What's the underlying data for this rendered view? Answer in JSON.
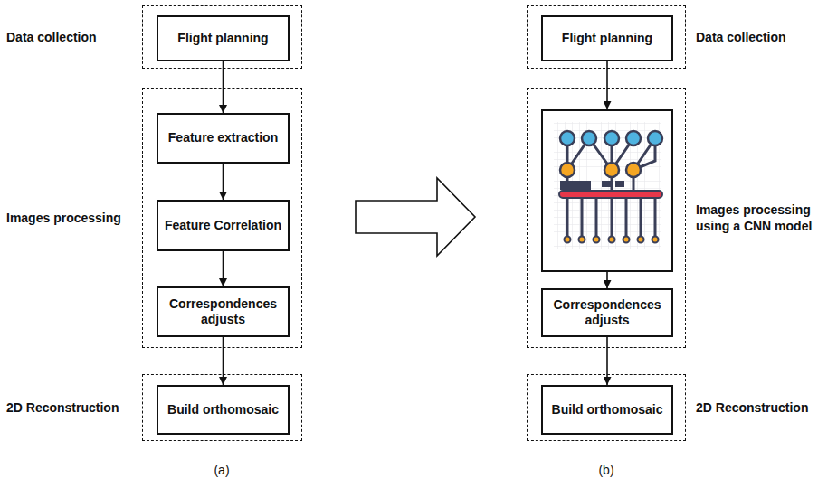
{
  "diagram": {
    "nodes": [
      {
        "text": [
          "Data collection"
        ]
      },
      {
        "text": [
          "Flight planning"
        ],
        "in": 0
      },
      {
        "text": [
          "Images processing"
        ]
      },
      {
        "text": [
          "Feature extraction"
        ],
        "in": 2
      },
      {
        "text": [
          "Feature Correlation"
        ],
        "in": 2
      },
      {
        "text": [
          "Correspondences adjusts"
        ],
        "in": 2
      },
      {
        "text": [
          "2D Reconstruction"
        ]
      },
      {
        "text": [
          "Build orthomosaic"
        ],
        "in": 6
      },
      {
        "text": [
          "Data collection"
        ]
      },
      {
        "text": [
          "Flight planning"
        ],
        "in": 8
      },
      {
        "text": [
          "Images processing using a CNN model"
        ]
      },
      {
        "text": [],
        "in": 10
      },
      {
        "text": [
          "Correspondences adjusts"
        ],
        "in": 10
      },
      {
        "text": [
          "2D Reconstruction"
        ]
      },
      {
        "text": [
          "Build orthomosaic"
        ],
        "in": 13
      }
    ],
    "edges": [
      {
        "from": 1,
        "to": 3,
        "arrow": "to"
      },
      {
        "from": 3,
        "to": 4,
        "arrow": "to"
      },
      {
        "from": 4,
        "to": 5,
        "arrow": "to"
      },
      {
        "from": 5,
        "to": 7,
        "arrow": "to"
      },
      {
        "from": 9,
        "to": 11,
        "arrow": "to"
      },
      {
        "from": 11,
        "to": 12,
        "arrow": "to"
      },
      {
        "from": 12,
        "to": 14,
        "arrow": "to"
      }
    ],
    "labels": [
      "(a)",
      "(b)"
    ]
  }
}
